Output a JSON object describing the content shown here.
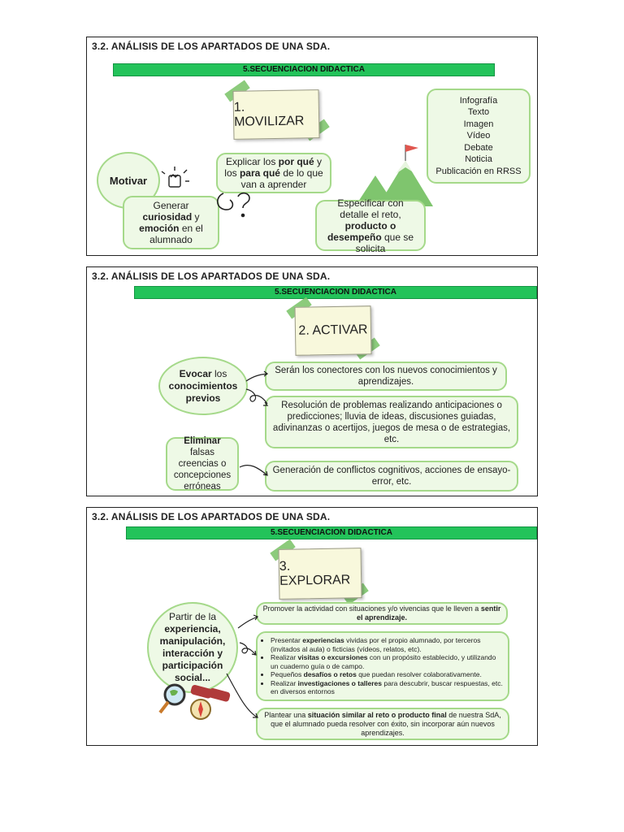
{
  "panels": [
    {
      "title": "3.2. ANÁLISIS DE LOS APARTADOS DE UNA SDA.",
      "bar": "5.SECUENCIACION DIDACTICA",
      "note": "1. MOVILIZAR",
      "motivar": "Motivar",
      "generar": {
        "a": "Generar ",
        "b": "curiosidad",
        "c": " y ",
        "d": "emoción",
        "e": " en el alumnado"
      },
      "explicar": {
        "a": "Explicar los ",
        "b": "por qué",
        "c": " y los ",
        "d": "para qué",
        "e": " de lo que van a aprender"
      },
      "especificar": {
        "a": "Especificar con detalle el reto, ",
        "b": "producto o desempeño",
        "c": " que se solicita"
      },
      "formats": [
        "Infografía",
        "Texto",
        "Imagen",
        "Vídeo",
        "Debate",
        "Noticia",
        "Publicación en RRSS"
      ]
    },
    {
      "title": "3.2. ANÁLISIS DE LOS APARTADOS DE UNA SDA.",
      "bar": "5.SECUENCIACION DIDACTICA",
      "note": "2. ACTIVAR",
      "evocar": {
        "a": "Evocar",
        "b": " los ",
        "c": "conocimientos previos"
      },
      "conectores": "Serán los conectores con los nuevos conocimientos y aprendizajes.",
      "resolucion": "Resolución de problemas realizando anticipaciones o predicciones; lluvia de ideas, discusiones guiadas, adivinanzas o acertijos, juegos de mesa o de estrategias, etc.",
      "eliminar": {
        "a": "Eliminar",
        "b": " falsas creencias o concepciones erróneas"
      },
      "generacion": "Generación de conflictos cognitivos, acciones de ensayo-error, etc."
    },
    {
      "title": "3.2. ANÁLISIS DE LOS APARTADOS DE UNA SDA.",
      "bar": "5.SECUENCIACION DIDACTICA",
      "note": "3. EXPLORAR",
      "partir": {
        "a": "Partir de la ",
        "b": "experiencia, manipulación, interacción y participación social..."
      },
      "promover": {
        "a": "Promover la actividad con situaciones y/o vivencias que le lleven a ",
        "b": "sentir el aprendizaje."
      },
      "bullets": [
        {
          "a": "Presentar ",
          "b": "experiencias",
          "c": " vividas por el propio alumnado, por terceros (invitados al aula) o ficticias (vídeos, relatos, etc)."
        },
        {
          "a": "Realizar ",
          "b": "visitas o excursiones",
          "c": " con un propósito establecido, y utilizando un cuaderno guía o de campo."
        },
        {
          "a": "Pequeños ",
          "b": "desafíos o retos",
          "c": " que puedan resolver colaborativamente."
        },
        {
          "a": "Realizar ",
          "b": "investigaciones o talleres",
          "c": " para descubrir, buscar respuestas, etc. en diversos entornos"
        }
      ],
      "plantear": {
        "a": "Plantear una ",
        "b": "situación similar al reto o producto final",
        "c": " de nuestra SdA, que el alumnado pueda resolver con éxito, sin incorporar aún nuevos aprendizajes."
      }
    }
  ]
}
